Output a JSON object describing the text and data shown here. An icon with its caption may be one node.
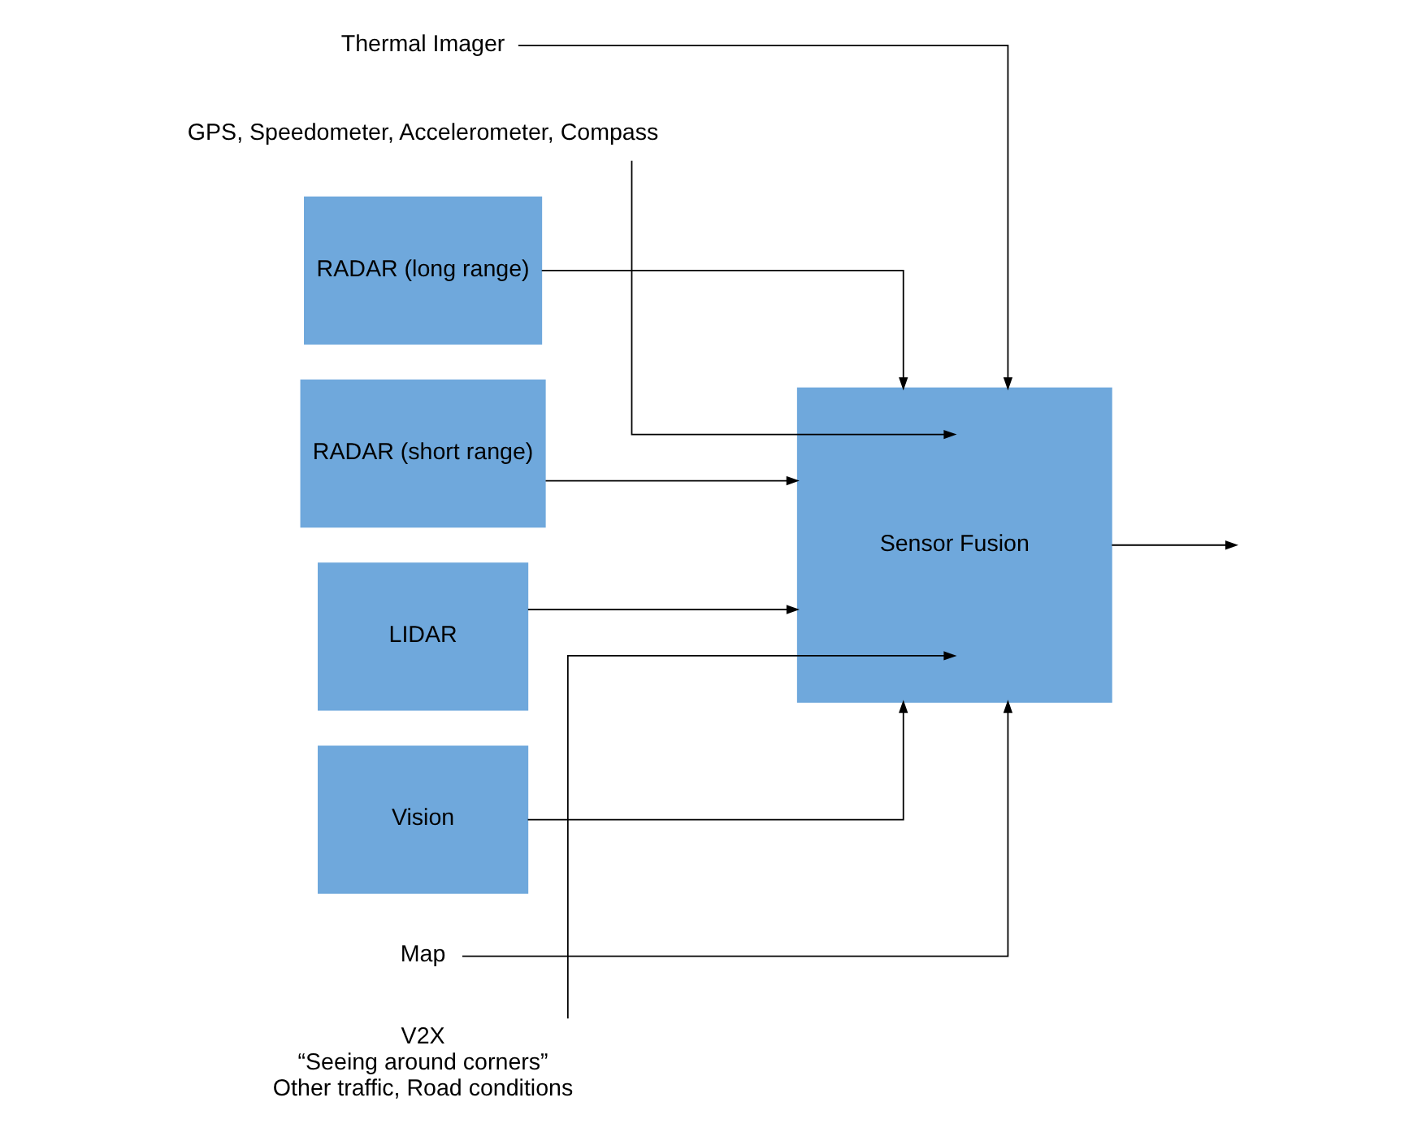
{
  "diagram": {
    "nodes": [
      {
        "text": [
          "RADAR (long range)"
        ]
      },
      {
        "text": [
          "RADAR (short range)"
        ]
      },
      {
        "text": [
          "LIDAR"
        ]
      },
      {
        "text": [
          "Vision"
        ]
      },
      {
        "text": [
          "Sensor Fusion"
        ]
      },
      {
        "text": [
          "Thermal Imager"
        ]
      },
      {
        "text": [
          "GPS, Speedometer, Accelerometer, Compass"
        ]
      },
      {
        "text": [
          "Map"
        ]
      },
      {
        "text": [
          "V2X",
          "“Seeing around corners”",
          "Other traffic, Road conditions"
        ]
      }
    ],
    "edges": [
      {
        "from": 0,
        "to": 4,
        "arrow": "to"
      },
      {
        "from": 1,
        "to": 4,
        "arrow": "to"
      },
      {
        "from": 2,
        "to": 4,
        "arrow": "to"
      },
      {
        "from": 3,
        "to": 4,
        "arrow": "to"
      },
      {
        "from": 5,
        "to": 4,
        "arrow": "to"
      },
      {
        "from": 6,
        "to": 4,
        "arrow": "to"
      },
      {
        "from": 7,
        "to": 4,
        "arrow": "to"
      },
      {
        "from": 8,
        "to": 4,
        "arrow": "to"
      },
      {
        "from": 4,
        "to": null,
        "arrow": "to"
      }
    ]
  }
}
